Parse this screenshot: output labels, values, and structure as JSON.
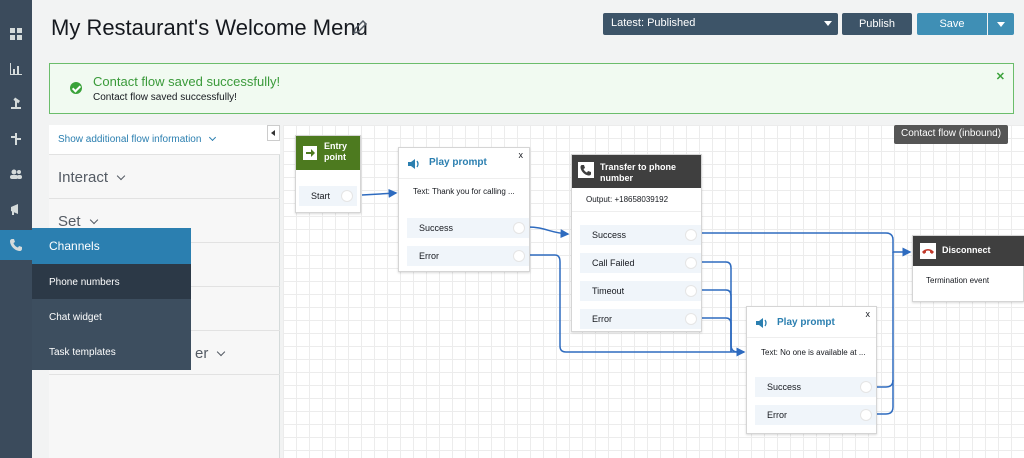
{
  "header": {
    "title": "My Restaurant's Welcome Menu",
    "version": "Latest: Published",
    "publish_label": "Publish",
    "save_label": "Save"
  },
  "alert": {
    "title": "Contact flow saved successfully!",
    "body": "Contact flow saved successfully!"
  },
  "panel": {
    "flow_info_link": "Show additional flow information",
    "groups": [
      "Interact",
      "Set",
      "er"
    ]
  },
  "menu": {
    "header": "Channels",
    "items": [
      "Phone numbers",
      "Chat widget",
      "Task templates"
    ]
  },
  "canvas": {
    "flow_type": "Contact flow (inbound)",
    "entry": {
      "title": "Entry point",
      "port": "Start"
    },
    "play1": {
      "title": "Play prompt",
      "text": "Text: Thank you for calling ...",
      "ports": [
        "Success",
        "Error"
      ]
    },
    "transfer": {
      "title": "Transfer to phone number",
      "output": "Output: +18658039192",
      "ports": [
        "Success",
        "Call Failed",
        "Timeout",
        "Error"
      ]
    },
    "play2": {
      "title": "Play prompt",
      "text": "Text: No one is available at ...",
      "ports": [
        "Success",
        "Error"
      ]
    },
    "disconnect": {
      "title": "Disconnect",
      "text": "Termination event"
    }
  },
  "colors": {
    "nav_bg": "#3b4b5c",
    "accent": "#2b7fb0",
    "success": "#3aa23a",
    "entry_green": "#4d7a1f"
  }
}
